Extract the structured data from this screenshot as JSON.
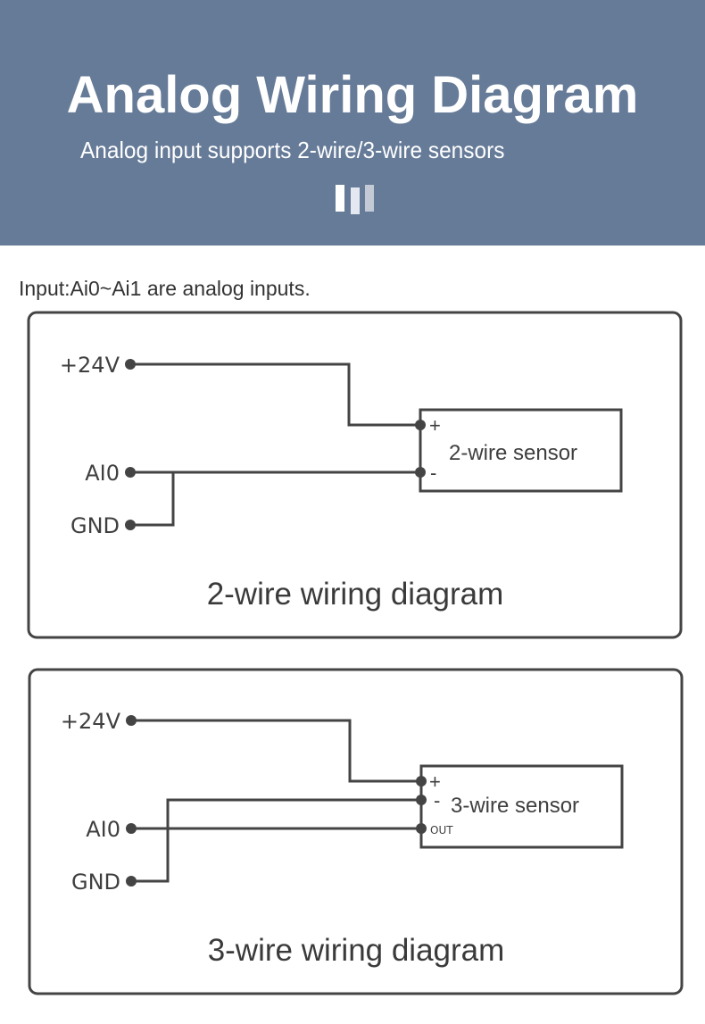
{
  "header": {
    "title": "Analog Wiring Diagram",
    "subtitle": "Analog input supports 2-wire/3-wire sensors",
    "background_color": "#667b98",
    "decoration_icon": "three-bars-icon"
  },
  "intro_text": "Input:Ai0~Ai1 are analog inputs.",
  "line_color": "#444444",
  "panels": [
    {
      "id": "2-wire",
      "title": "2-wire wiring diagram",
      "terminals": [
        "+24V",
        "AI0",
        "GND"
      ],
      "sensor": {
        "label": "2-wire sensor",
        "pins": [
          "+",
          "-"
        ]
      },
      "connections": [
        {
          "from": "+24V",
          "to": "+"
        },
        {
          "from": "AI0",
          "to": "-"
        },
        {
          "from": "GND",
          "to": "AI0",
          "note": "jumpered"
        }
      ]
    },
    {
      "id": "3-wire",
      "title": "3-wire wiring diagram",
      "terminals": [
        "+24V",
        "AI0",
        "GND"
      ],
      "sensor": {
        "label": "3-wire sensor",
        "pins": [
          "+",
          "-",
          "OUT"
        ]
      },
      "connections": [
        {
          "from": "+24V",
          "to": "+"
        },
        {
          "from": "GND",
          "to": "-"
        },
        {
          "from": "AI0",
          "to": "OUT"
        }
      ]
    }
  ]
}
